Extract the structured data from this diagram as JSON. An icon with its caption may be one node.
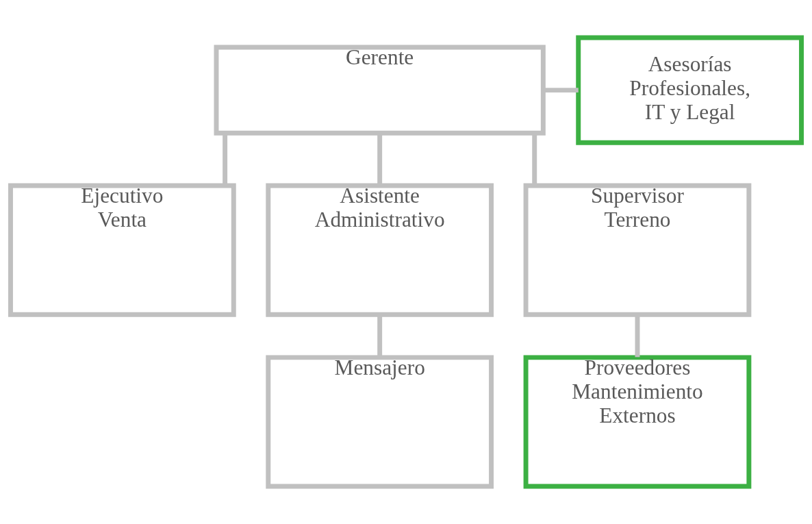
{
  "diagram": {
    "nodes": [
      {
        "text": [
          "Gerente"
        ]
      },
      {
        "text": [
          "Asesorías Profesionales, IT y Legal"
        ]
      },
      {
        "text": [
          "Ejecutivo Venta"
        ]
      },
      {
        "text": [
          "Asistente Administrativo"
        ]
      },
      {
        "text": [
          "Supervisor Terreno"
        ]
      },
      {
        "text": [
          "Mensajero"
        ]
      },
      {
        "text": [
          "Proveedores Mantenimiento Externos"
        ]
      }
    ],
    "edges": [
      {
        "from": 0,
        "to": 1,
        "arrow": "none"
      },
      {
        "from": 0,
        "to": 2,
        "arrow": "none"
      },
      {
        "from": 0,
        "to": 3,
        "arrow": "none"
      },
      {
        "from": 0,
        "to": 4,
        "arrow": "none"
      },
      {
        "from": 3,
        "to": 5,
        "arrow": "none"
      },
      {
        "from": 4,
        "to": 6,
        "arrow": "none"
      }
    ]
  }
}
